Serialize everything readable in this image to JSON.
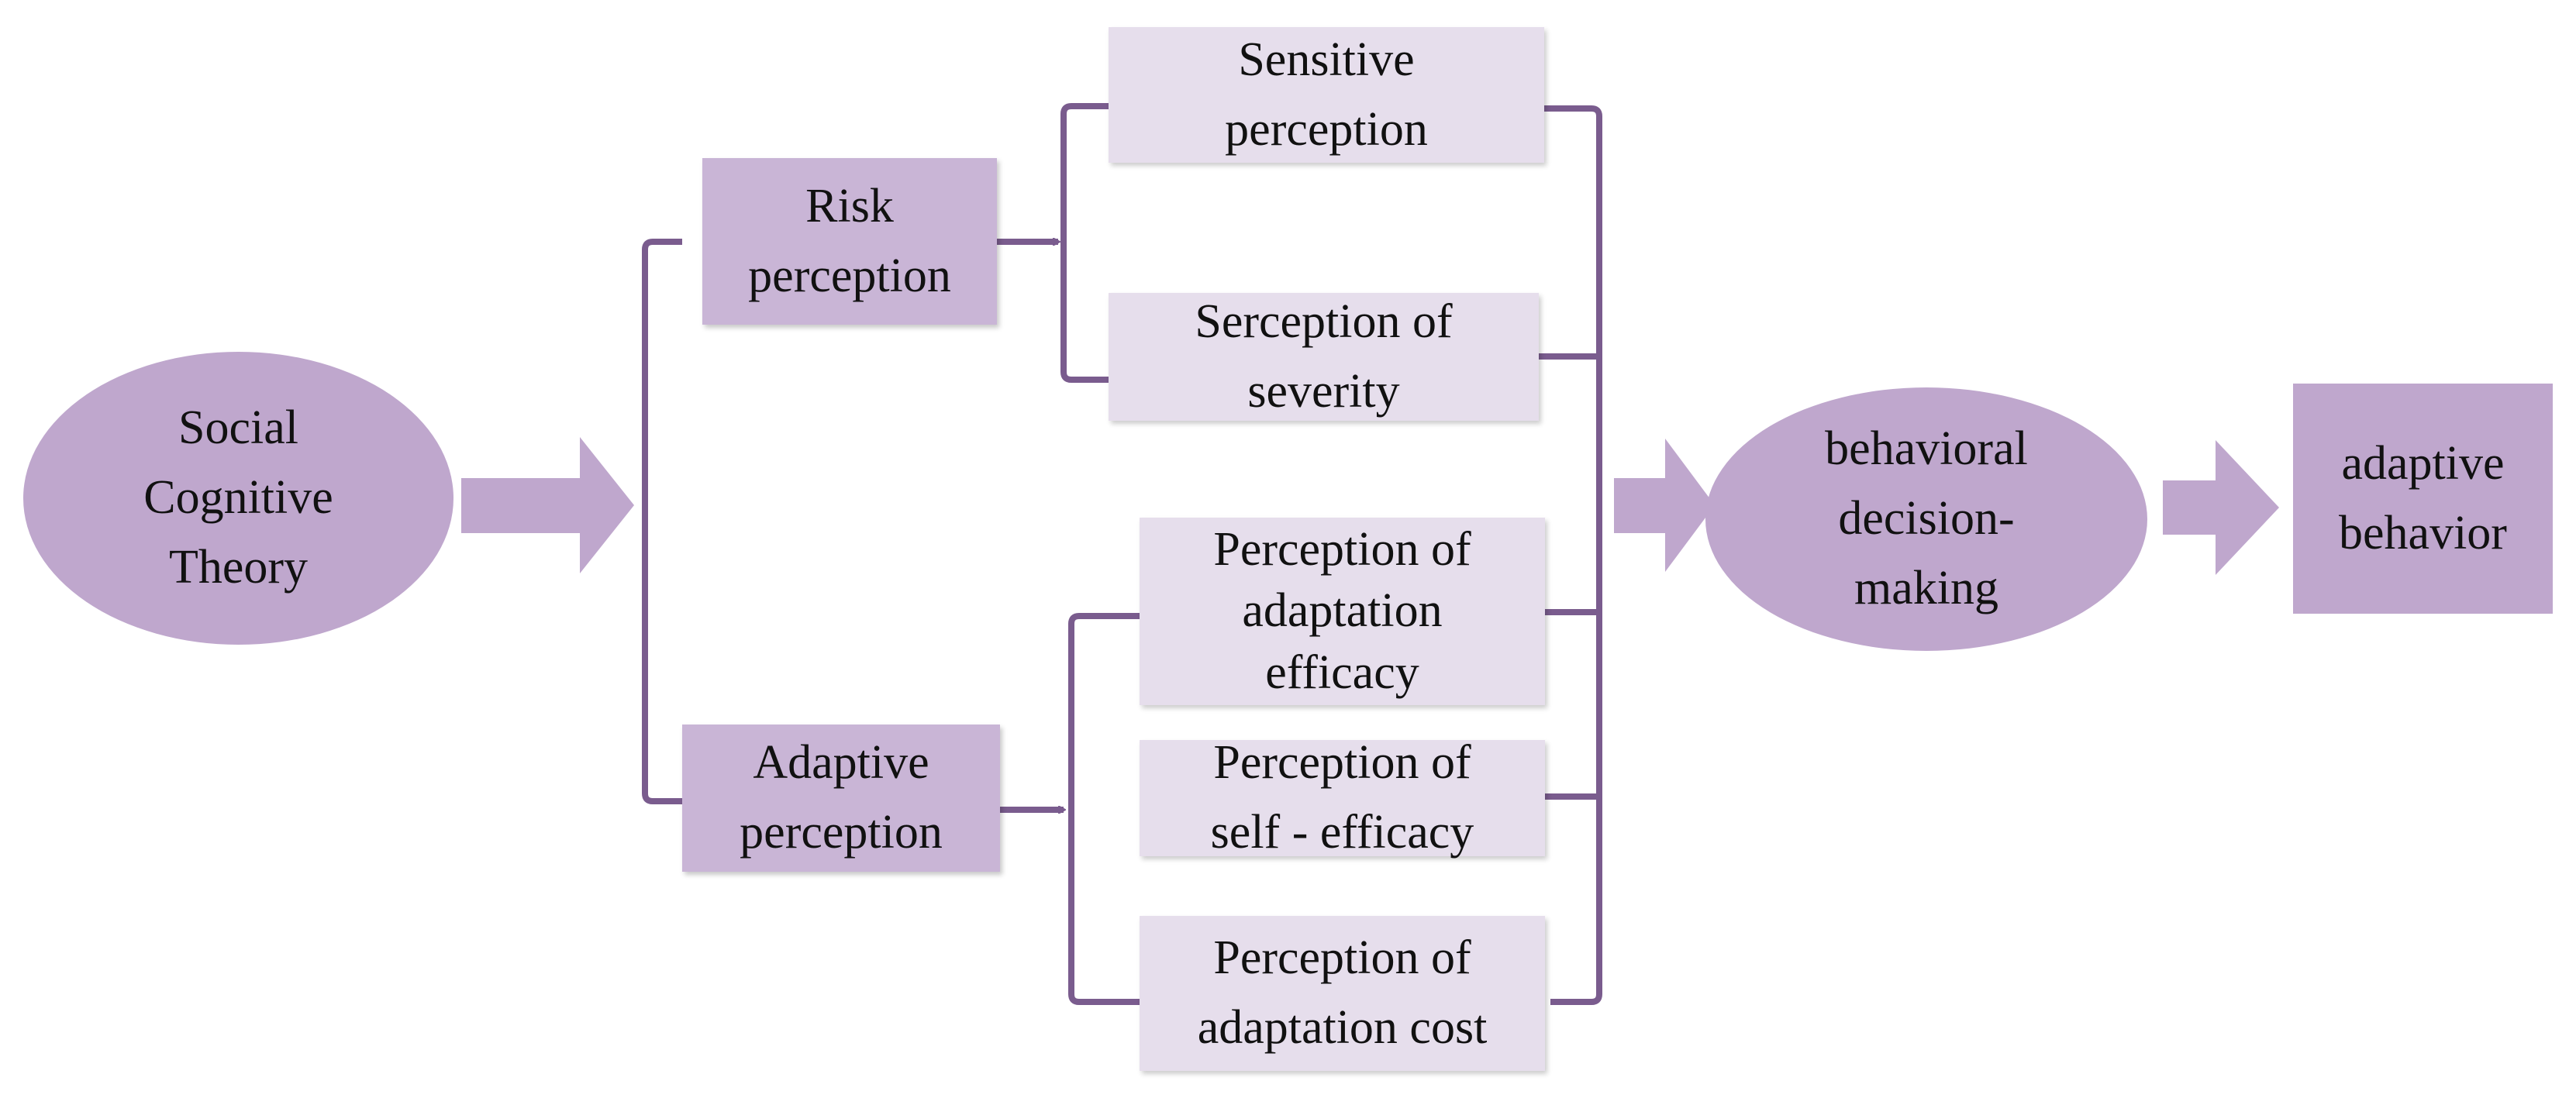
{
  "nodes": {
    "social_cognitive_theory": "Social\nCognitive\nTheory",
    "risk_perception": "Risk\nperception",
    "adaptive_perception": "Adaptive\nperception",
    "sensitive_perception": "Sensitive\nperception",
    "perception_of_severity": "Serception of\nseverity",
    "perception_of_adaptation_efficacy": "Perception of\nadaptation\nefficacy",
    "perception_of_self_efficacy": "Perception of\nself - efficacy",
    "perception_of_adaptation_cost": "Perception of\nadaptation cost",
    "behavioral_decision_making": "behavioral\ndecision-\nmaking",
    "adaptive_behavior": "adaptive\nbehavior"
  },
  "colors": {
    "ellipse_fill": "#bfa7cd",
    "box_dark_fill": "#c9b5d6",
    "box_light_fill": "#e6deec",
    "connector_line": "#7a5c8e",
    "block_arrow": "#bfa7cd"
  }
}
